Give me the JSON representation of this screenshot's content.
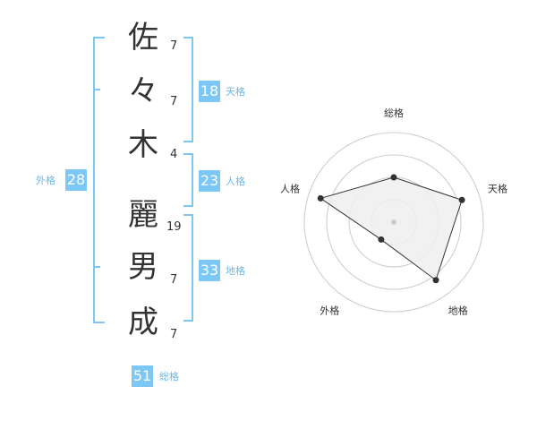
{
  "name": {
    "characters": [
      {
        "char": "佐",
        "strokes": "7"
      },
      {
        "char": "々",
        "strokes": "7"
      },
      {
        "char": "木",
        "strokes": "4"
      },
      {
        "char": "麗",
        "strokes": "19"
      },
      {
        "char": "男",
        "strokes": "7"
      },
      {
        "char": "成",
        "strokes": "7"
      }
    ]
  },
  "fortunes": {
    "tenkaku": {
      "label": "天格",
      "value": "18"
    },
    "jinkaku": {
      "label": "人格",
      "value": "23"
    },
    "chikaku": {
      "label": "地格",
      "value": "33"
    },
    "gaikaku": {
      "label": "外格",
      "value": "28"
    },
    "soukaku": {
      "label": "総格",
      "value": "51"
    }
  },
  "radar": {
    "axes": [
      "総格",
      "天格",
      "地格",
      "外格",
      "人格"
    ],
    "levels": 4,
    "scores": [
      2.5,
      4,
      4,
      1.2,
      4.3
    ],
    "max": 5,
    "fill_color": "#eeeeee",
    "line_color": "#333333",
    "ring_color": "#cccccc"
  },
  "colors": {
    "accent": "#7dc7f5",
    "accent_text": "#6bb8e8",
    "bracket": "#7dc7f5"
  }
}
